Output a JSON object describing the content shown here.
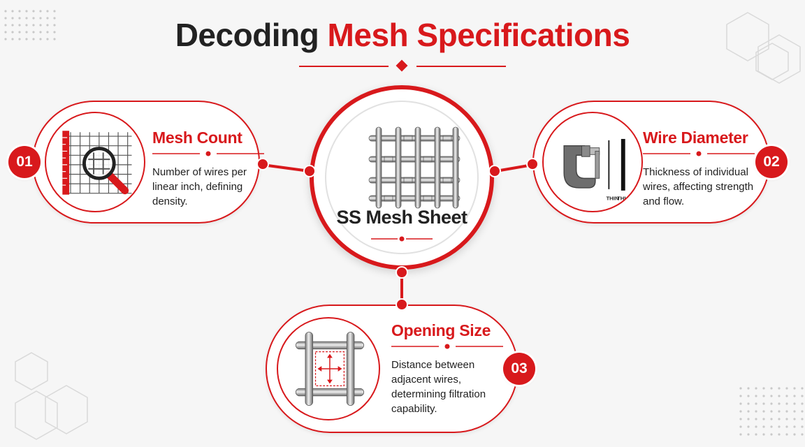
{
  "title": {
    "part1": "Decoding",
    "part2": "Mesh Specifications"
  },
  "center": {
    "label": "SS Mesh Sheet",
    "icon": "wire-mesh-icon"
  },
  "cards": [
    {
      "number": "01",
      "heading": "Mesh Count",
      "text": "Number of wires per linear inch, defining density.",
      "icon": "magnifier-grid-icon"
    },
    {
      "number": "02",
      "heading": "Wire Diameter",
      "text": "Thickness of individual wires, affecting strength and flow.",
      "icon": "micrometer-icon",
      "thin_label": "THIN",
      "thick_label": "THICK"
    },
    {
      "number": "03",
      "heading": "Opening Size",
      "text": "Distance between adjacent wires, determining filtration capability.",
      "icon": "mesh-opening-icon"
    }
  ],
  "colors": {
    "accent": "#d8191c",
    "text": "#222222",
    "background": "#f6f6f6"
  }
}
